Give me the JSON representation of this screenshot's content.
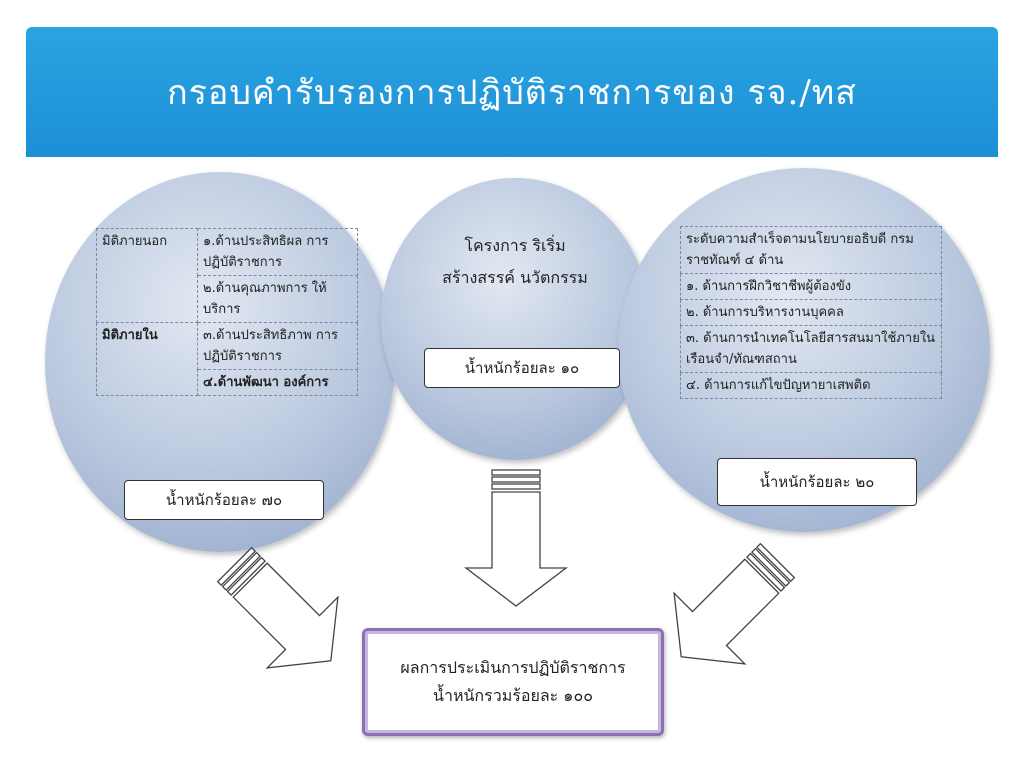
{
  "title": "กรอบคำรับรองการปฏิบัติราชการของ รจ./ทส",
  "left": {
    "rows": [
      {
        "dimension": "มิติภายนอก",
        "items": [
          "๑.ด้านประสิทธิผล การปฏิบัติราชการ",
          "๒.ด้านคุณภาพการ ให้บริการ"
        ]
      },
      {
        "dimension": "มิติภายใน",
        "items": [
          "๓.ด้านประสิทธิภาพ การปฏิบัติราชการ",
          "๔.ด้านพัฒนา องค์การ"
        ]
      }
    ],
    "weight": "น้ำหนักร้อยละ ๗๐"
  },
  "middle": {
    "line1": "โครงการ ริเริ่ม",
    "line2": "สร้างสรรค์ นวัตกรรม",
    "weight": "น้ำหนักร้อยละ ๑๐"
  },
  "right": {
    "items": [
      "ระดับความสำเร็จตามนโยบายอธิบดี กรมราชทัณฑ์ ๔ ด้าน",
      "๑. ด้านการฝึกวิชาชีพผู้ต้องขัง",
      "๒. ด้านการบริหารงานบุคคล",
      "๓. ด้านการนำเทคโนโลยีสารสนมาใช้ภายในเรือนจำ/ทัณฑสถาน",
      "๔. ด้านการแก้ไขปัญหายาเสพติด"
    ],
    "weight": "น้ำหนักร้อยละ ๒๐"
  },
  "result": {
    "line1": "ผลการประเมินการปฏิบัติราชการ",
    "line2": "น้ำหนักรวมร้อยละ ๑๐๐"
  },
  "colors": {
    "banner": "#1d8fd6",
    "circle": "#b9c7de",
    "result_border": "#8e6fb4"
  }
}
